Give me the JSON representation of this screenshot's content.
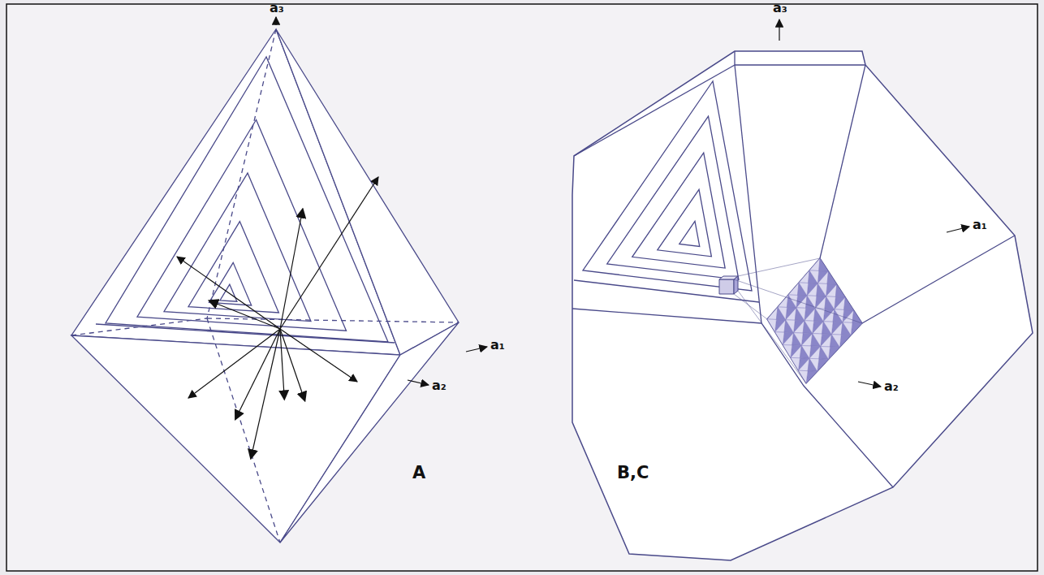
{
  "diagram": {
    "labels": [
      "a₃",
      "a₁",
      "a₂",
      "A",
      "a₃",
      "a₁",
      "a₂",
      "B,C"
    ]
  }
}
